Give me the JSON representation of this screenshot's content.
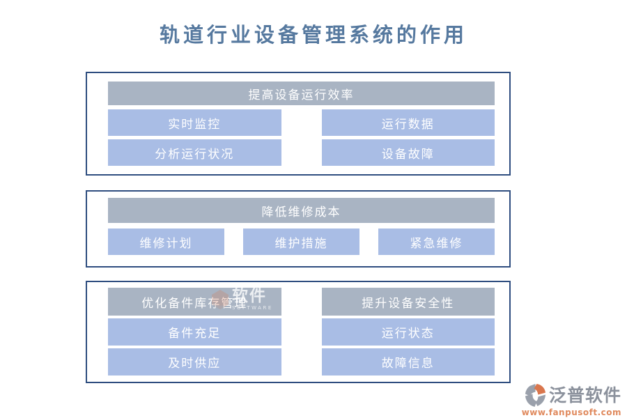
{
  "title": "轨道行业设备管理系统的作用",
  "sections": [
    {
      "header": "提高设备运行效率",
      "items": [
        "实时监控",
        "运行数据",
        "分析运行状况",
        "设备故障"
      ]
    },
    {
      "header": "降低维修成本",
      "items": [
        "维修计划",
        "维护措施",
        "紧急维修"
      ]
    },
    {
      "columns": [
        {
          "header": "优化备件库存管理",
          "items": [
            "备件充足",
            "及时供应"
          ]
        },
        {
          "header": "提升设备安全性",
          "items": [
            "运行状态",
            "故障信息"
          ]
        }
      ]
    }
  ],
  "watermark": {
    "text": "软件",
    "subtext": "SOFTWARE"
  },
  "logo": {
    "name": "泛普软件",
    "url": "www.fanpusoft.com"
  },
  "colors": {
    "title": "#56799f",
    "panel_border": "#2e4d7f",
    "header_bg": "#a9b4c3",
    "item_bg": "#a9bde5",
    "bar_text": "#ffffff",
    "logo_gray": "#8b919c",
    "logo_orange": "#d9764d",
    "url_orange": "#e08a5e"
  }
}
